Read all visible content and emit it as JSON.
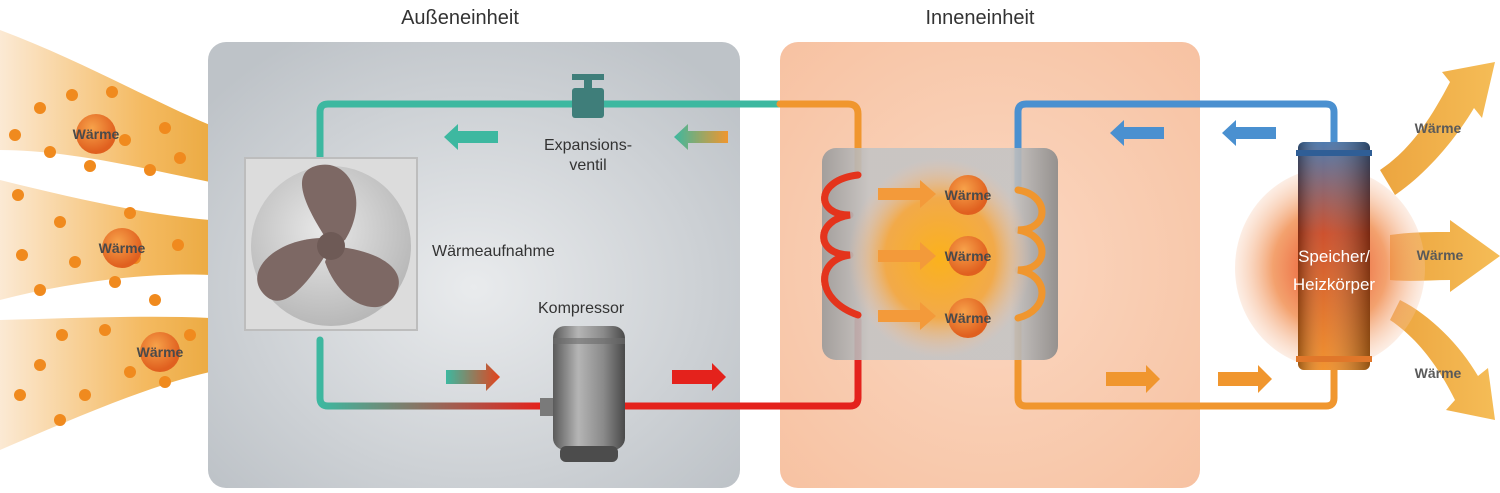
{
  "headings": {
    "outdoor_unit": "Außeneinheit",
    "indoor_unit": "Inneneinheit"
  },
  "labels": {
    "expansion_valve_line1": "Expansions-",
    "expansion_valve_line2": "ventil",
    "heat_absorption": "Wärmeaufnahme",
    "compressor": "Kompressor",
    "storage_line1": "Speicher/",
    "storage_line2": "Heizkörper"
  },
  "heat_label": "Wärme",
  "colors": {
    "cold_pipe": "#3db8a0",
    "hot_pipe": "#e4221c",
    "warm_pipe": "#f0962e",
    "return_pipe": "#4a90d0",
    "outdoor_box": "#c9cdd1",
    "indoor_box": "#f9cbb0",
    "heat_dot": "#f08a1e"
  }
}
